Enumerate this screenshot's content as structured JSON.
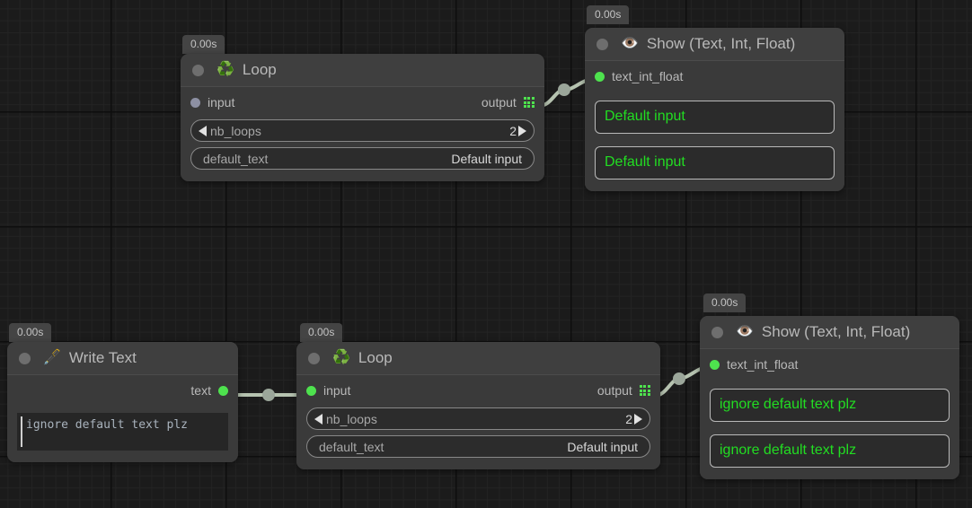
{
  "app": {
    "title": "Node Graph Editor",
    "background_color": "#1b1b1b",
    "grid_minor_color": "#232323",
    "grid_major_color": "#0e0e0e",
    "wire_color": "#b6c3b0",
    "socket_green": "#4ee24e",
    "socket_grey": "#8d90a3",
    "value_green": "#22dd22"
  },
  "nodes": [
    {
      "id": "loop-1",
      "timer": "0.00s",
      "icon": "recycle-icon",
      "emoji": "♻️",
      "title": "Loop",
      "input_label": "input",
      "input_connected": false,
      "output_label": "output",
      "fields": [
        {
          "label": "nb_loops",
          "value": "2",
          "type": "stepper"
        },
        {
          "label": "default_text",
          "value": "Default input",
          "type": "text"
        }
      ]
    },
    {
      "id": "show-1",
      "timer": "0.00s",
      "icon": "eye-icon",
      "emoji": "👁️",
      "title": "Show (Text, Int, Float)",
      "input_label": "text_int_float",
      "input_connected": true,
      "displays": [
        "Default input",
        "Default input"
      ]
    },
    {
      "id": "write-text-1",
      "timer": "0.00s",
      "icon": "fountain-pen-icon",
      "emoji": "🖋️",
      "title": "Write Text",
      "output_label": "text",
      "output_connected": true,
      "text_value": "ignore default text plz"
    },
    {
      "id": "loop-2",
      "timer": "0.00s",
      "icon": "recycle-icon",
      "emoji": "♻️",
      "title": "Loop",
      "input_label": "input",
      "input_connected": true,
      "output_label": "output",
      "fields": [
        {
          "label": "nb_loops",
          "value": "2",
          "type": "stepper"
        },
        {
          "label": "default_text",
          "value": "Default input",
          "type": "text"
        }
      ]
    },
    {
      "id": "show-2",
      "timer": "0.00s",
      "icon": "eye-icon",
      "emoji": "👁️",
      "title": "Show (Text, Int, Float)",
      "input_label": "text_int_float",
      "input_connected": true,
      "displays": [
        "ignore default text plz",
        "ignore default text plz"
      ]
    }
  ]
}
